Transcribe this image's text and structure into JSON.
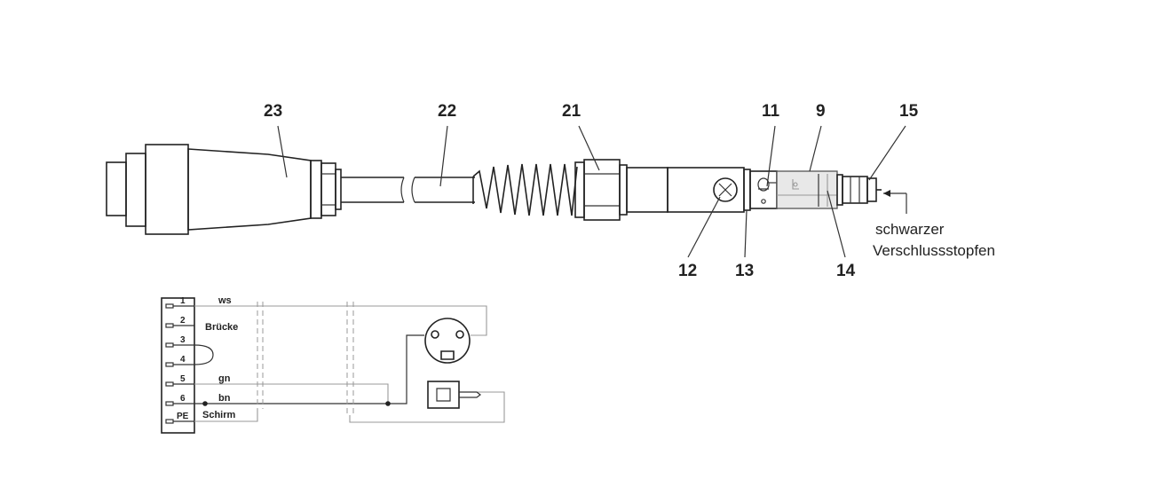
{
  "callouts": {
    "c23": "23",
    "c22": "22",
    "c21": "21",
    "c11": "11",
    "c9": "9",
    "c15": "15",
    "c12": "12",
    "c13": "13",
    "c14": "14"
  },
  "note": {
    "line1": "schwarzer",
    "line2": "Verschlussstopfen"
  },
  "terminal": {
    "pins": [
      "1",
      "2",
      "3",
      "4",
      "5",
      "6",
      "PE"
    ]
  },
  "wires": {
    "ws": "ws",
    "bruecke": "Brücke",
    "gn": "gn",
    "bn": "bn",
    "schirm": "Schirm"
  }
}
